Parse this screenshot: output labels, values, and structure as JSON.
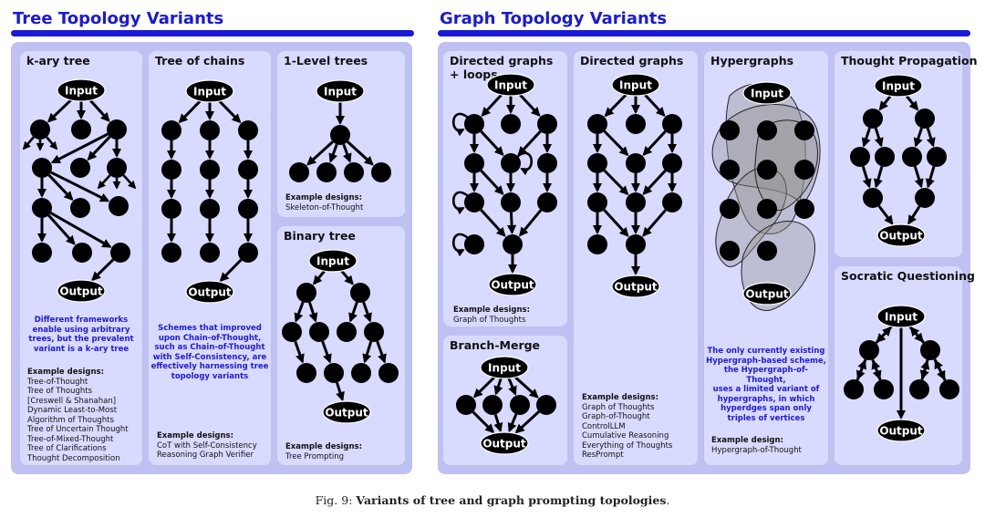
{
  "tree_section": {
    "title": "Tree Topology Variants",
    "panels": {
      "kary": {
        "title": "k-ary tree",
        "note": [
          "Different frameworks",
          "enable using arbitrary",
          "trees, but the prevalent",
          "variant is a k-ary tree"
        ],
        "example_heading": "Example designs:",
        "examples": [
          "Tree-of-Thought",
          "Tree of Thoughts",
          "[Creswell & Shanahan]",
          "Dynamic Least-to-Most",
          "Algorithm of Thoughts",
          "Tree of Uncertain Thought",
          "Tree-of-Mixed-Thought",
          "Tree of Clarifications",
          "Thought Decomposition"
        ]
      },
      "chains": {
        "title": "Tree of chains",
        "note": [
          "Schemes that improved",
          "upon Chain-of-Thought,",
          "such as Chain-of-Thought",
          "with Self-Consistency, are",
          "effectively harnessing tree",
          "topology variants"
        ],
        "example_heading": "Example designs:",
        "examples": [
          "CoT with Self-Consistency",
          "Reasoning Graph Verifier"
        ]
      },
      "onelevel": {
        "title": "1-Level trees",
        "example_heading": "Example designs:",
        "examples": [
          "Skeleton-of-Thought"
        ]
      },
      "binary": {
        "title": "Binary tree",
        "example_heading": "Example designs:",
        "examples": [
          "Tree Prompting"
        ]
      }
    }
  },
  "graph_section": {
    "title": "Graph Topology Variants",
    "panels": {
      "loops": {
        "title": [
          "Directed graphs",
          "+ loops"
        ],
        "example_heading": "Example designs:",
        "examples": [
          "Graph of Thoughts"
        ]
      },
      "branchmerge": {
        "title": "Branch-Merge"
      },
      "directed": {
        "title": "Directed graphs",
        "example_heading": "Example designs:",
        "examples": [
          "Graph of Thoughts",
          "Graph-of-Thought",
          "ControlLLM",
          "Cumulative Reasoning",
          "Everything of Thoughts",
          "ResPrompt"
        ]
      },
      "hyper": {
        "title": "Hypergraphs",
        "note": [
          "The only currently existing",
          "Hypergraph-based scheme,",
          "the Hypergraph-of-Thought,",
          "uses a limited variant of",
          "hypergraphs, in which",
          "hyperdges span only",
          "triples of vertices"
        ],
        "example_heading": "Example design:",
        "examples": [
          "Hypergraph-of-Thought"
        ]
      },
      "propagation": {
        "title": "Thought Propagation"
      },
      "socratic": {
        "title": "Socratic Questioning"
      }
    }
  },
  "node_labels": {
    "input": "Input",
    "output": "Output"
  },
  "caption": {
    "prefix": "Fig. 9: ",
    "text": "Variants of tree and graph prompting topologies",
    "suffix": "."
  },
  "colors": {
    "accent": "#1a1ad6",
    "outer_panel": "#bfc1f2",
    "inner_panel": "#d9daff",
    "node": "#000000",
    "note_text": "#1c1ce0"
  }
}
